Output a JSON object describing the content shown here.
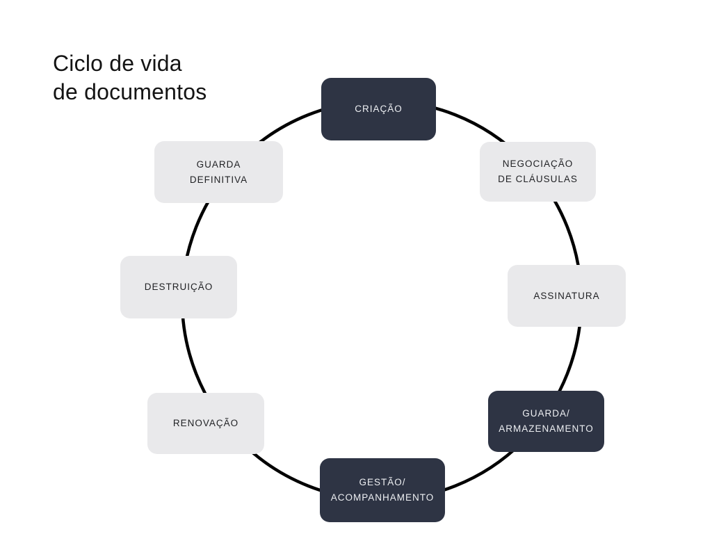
{
  "page": {
    "background_color": "#ffffff"
  },
  "title": {
    "text": "Ciclo de vida\nde documentos",
    "color": "#141414"
  },
  "diagram": {
    "type": "cycle",
    "circle": {
      "stroke_color": "#000000",
      "stroke_width": 4.5
    },
    "colors": {
      "dark_node_bg": "#2e3444",
      "dark_node_text": "#eef0f3",
      "light_node_bg": "#e9e9eb",
      "light_node_text": "#1f2023"
    },
    "nodes": [
      {
        "label": "CRIAÇÃO",
        "variant": "dark",
        "position": "top"
      },
      {
        "label": "NEGOCIAÇÃO\nDE CLÁUSULAS",
        "variant": "light",
        "position": "top-right"
      },
      {
        "label": "ASSINATURA",
        "variant": "light",
        "position": "right"
      },
      {
        "label": "GUARDA/\nARMAZENAMENTO",
        "variant": "dark",
        "position": "bottom-right"
      },
      {
        "label": "GESTÃO/\nACOMPANHAMENTO",
        "variant": "dark",
        "position": "bottom"
      },
      {
        "label": "RENOVAÇÃO",
        "variant": "light",
        "position": "bottom-left"
      },
      {
        "label": "DESTRUIÇÃO",
        "variant": "light",
        "position": "left"
      },
      {
        "label": "GUARDA\nDEFINITIVA",
        "variant": "light",
        "position": "top-left"
      }
    ]
  }
}
